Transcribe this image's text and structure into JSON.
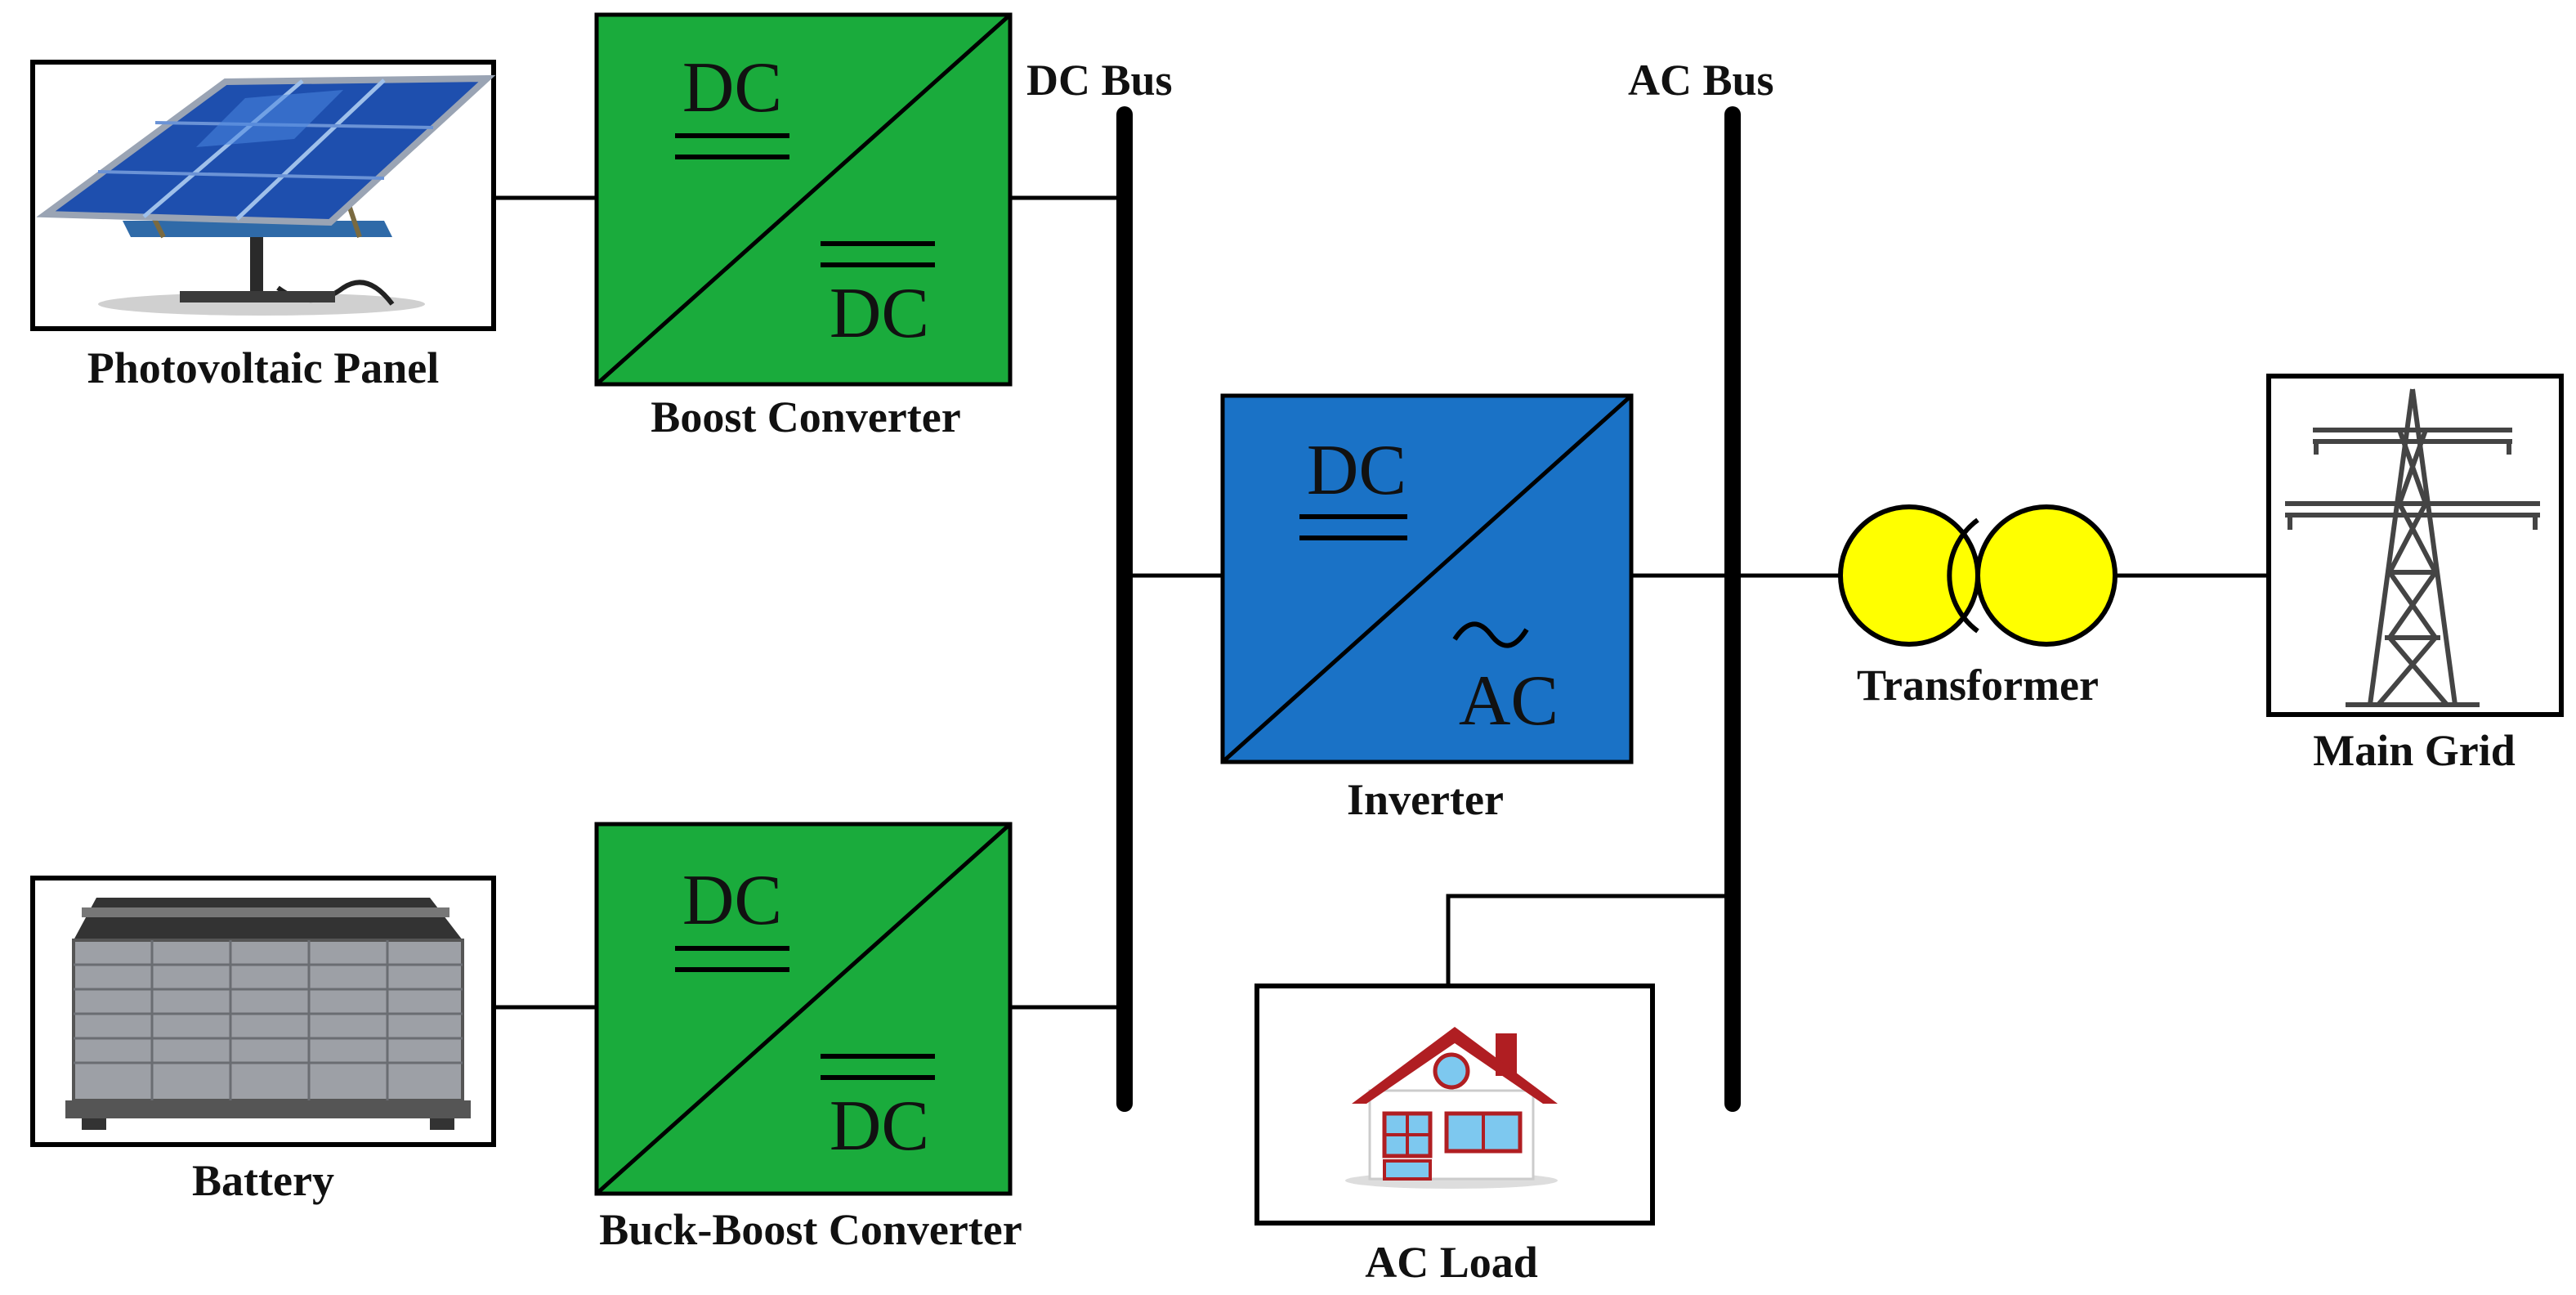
{
  "labels": {
    "dc_bus": "DC Bus",
    "ac_bus": "AC Bus",
    "pv_panel": "Photovoltaic Panel",
    "boost_converter": "Boost Converter",
    "inverter": "Inverter",
    "transformer": "Transformer",
    "main_grid": "Main Grid",
    "battery": "Battery",
    "buck_boost_converter": "Buck-Boost Converter",
    "ac_load": "AC Load"
  },
  "boost": {
    "top": "DC",
    "bottom": "DC"
  },
  "buck_boost": {
    "top": "DC",
    "bottom": "DC"
  },
  "inverter_box": {
    "top": "DC",
    "bottom": "AC",
    "wave": "~"
  },
  "colors": {
    "dc_converter": "#1aab3c",
    "inverter": "#1a72c6",
    "transformer": "#ffff00",
    "house_roof": "#b01e22",
    "house_wall": "#ffffff",
    "window": "#7dc8ef"
  },
  "icons": [
    "solar-panel-icon",
    "battery-pack-icon",
    "transmission-tower-icon",
    "house-icon"
  ]
}
